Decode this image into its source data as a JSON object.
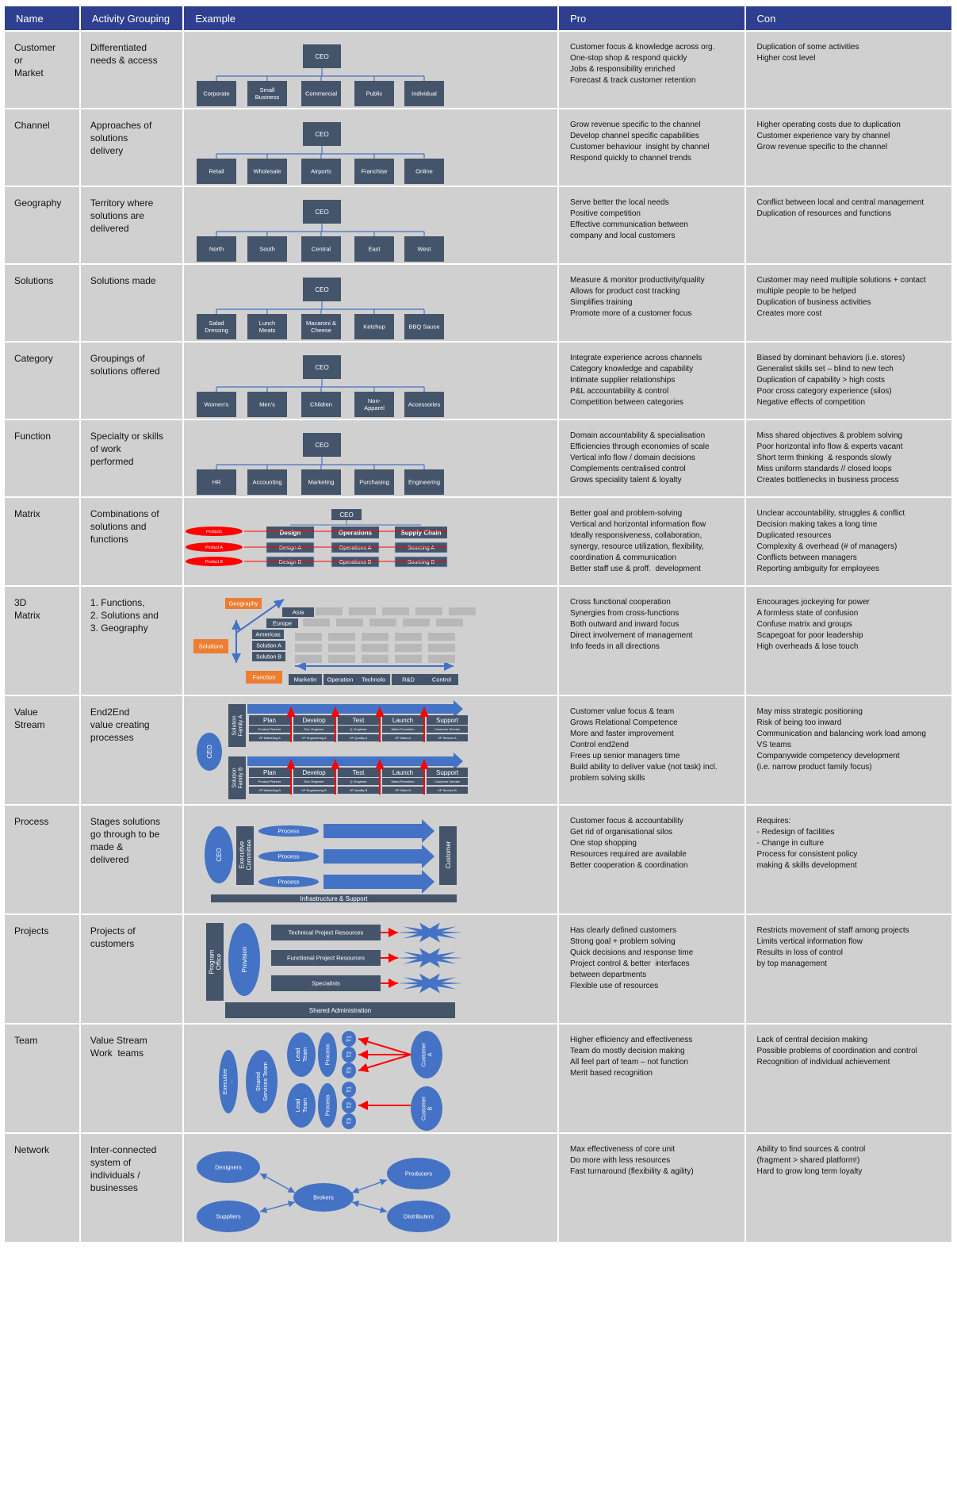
{
  "headers": {
    "name": "Name",
    "grouping": "Activity Grouping",
    "example": "Example",
    "pro": "Pro",
    "con": "Con"
  },
  "rows": [
    {
      "name": "Customer\nor\nMarket",
      "grouping": "Differentiated\nneeds & access",
      "pro": [
        "Customer focus & knowledge across org.",
        "One-stop shop & respond quickly",
        "Jobs & responsibility enriched",
        "Forecast & track customer retention"
      ],
      "con": [
        "Duplication of some activities",
        "Higher cost level"
      ],
      "top": "CEO",
      "boxes": [
        "Corporate",
        "Small\nBusiness",
        "Commercial",
        "Public",
        "Individual"
      ]
    },
    {
      "name": "Channel",
      "grouping": "Approaches of\nsolutions\ndelivery",
      "pro": [
        "Grow revenue specific to the channel",
        "Develop channel specific capabilities",
        "Customer behaviour  insight by channel",
        "Respond quickly to channel trends"
      ],
      "con": [
        "Higher operating costs due to duplication",
        "Customer experience vary by channel",
        "Grow revenue specific to the channel"
      ],
      "top": "CEO",
      "boxes": [
        "Retail",
        "Wholesale",
        "Airports",
        "Franchise",
        "Online"
      ]
    },
    {
      "name": "Geography",
      "grouping": "Territory where\nsolutions are\ndelivered",
      "pro": [
        "Serve better the local needs",
        "Positive competition",
        "Effective communication between",
        "company and local customers"
      ],
      "con": [
        "Conflict between local and central management",
        "Duplication of resources and functions"
      ],
      "top": "CEO",
      "boxes": [
        "North",
        "South",
        "Central",
        "East",
        "West"
      ]
    },
    {
      "name": "Solutions",
      "grouping": "Solutions made",
      "pro": [
        "Measure & monitor productivity/quality",
        "Allows for product cost tracking",
        "Simplifies training",
        "Promote more of a customer focus"
      ],
      "con": [
        "Customer may need multiple solutions + contact",
        "multiple people to be helped",
        "Duplication of business activities",
        "Creates more cost"
      ],
      "top": "CEO",
      "boxes": [
        "Salad\nDressing",
        "Lunch\nMeats",
        "Macaroni &\nCheese",
        "Ketchup",
        "BBQ Sauce"
      ]
    },
    {
      "name": "Category",
      "grouping": "Groupings of\nsolutions offered",
      "pro": [
        "Integrate experience across channels",
        "Category knowledge and capability",
        "Intimate supplier relationships",
        "P&L accountability & control",
        "Competition between categories"
      ],
      "con": [
        "Biased by dominant behaviors (i.e. stores)",
        "Generalist skills set – blind to new tech",
        "Duplication of capability > high costs",
        "Poor cross category experience (silos)",
        "Negative effects of competition"
      ],
      "top": "CEO",
      "boxes": [
        "Women's",
        "Men's",
        "Children",
        "Non-\nApparel",
        "Accessories"
      ]
    },
    {
      "name": "Function",
      "grouping": "Specialty or skills\nof work\nperformed",
      "pro": [
        "Domain accountability & specialisation",
        "Efficiencies through economies of scale",
        "Vertical info flow / domain decisions",
        "Complements centralised control",
        "Grows speciality talent & loyalty"
      ],
      "con": [
        "Miss shared objectives & problem solving",
        "Poor horizontal info flow & experts vacant",
        "Short term thinking  & responds slowly",
        "Miss uniform standards // closed loops",
        "Creates bottlenecks in business process"
      ],
      "top": "CEO",
      "boxes": [
        "HR",
        "Accounting",
        "Marketing",
        "Purchasing",
        "Engineering"
      ]
    },
    {
      "name": "Matrix",
      "grouping": "Combinations of\nsolutions and\nfunctions",
      "pro": [
        "Better goal and problem-solving",
        "Vertical and horizontal information flow",
        "Ideally responsiveness, collaboration,",
        "synergy, resource utilization, flexibility,",
        "coordination & communication",
        "Better staff use & proff.  development"
      ],
      "con": [
        "Unclear accountability, struggles & conflict",
        "Decision making takes a long time",
        "Duplicated resources",
        "Complexity & overhead (# of managers)",
        "Conflicts between managers",
        "Reporting ambiguity for employees"
      ]
    },
    {
      "name": "3D\nMatrix",
      "grouping": "1. Functions,\n2. Solutions and\n3. Geography",
      "pro": [
        "Cross functional cooperation",
        "Synergies from cross-functions",
        "Both outward and inward focus",
        "Direct involvement of management",
        "Info feeds in all directions"
      ],
      "con": [
        "Encourages jockeying for power",
        "A formless state of confusion",
        "Confuse matrix and groups",
        "Scapegoat for poor leadership",
        "High overheads & lose touch"
      ]
    },
    {
      "name": "Value\nStream",
      "grouping": "End2End\nvalue creating\nprocesses",
      "pro": [
        "Customer value focus & team",
        "Grows Relational Competence",
        "More and faster improvement",
        "Control end2end",
        "Frees up senior managers time",
        "Build ability to deliver value (not task) incl.",
        "problem solving skills"
      ],
      "con": [
        "May miss strategic positioning",
        "Risk of being too inward",
        "Communication and balancing work load among",
        "VS teams",
        "Companywide competency development",
        "(i.e. narrow product family focus)"
      ]
    },
    {
      "name": "Process",
      "grouping": "Stages solutions\ngo through to be\nmade &\ndelivered",
      "pro": [
        "Customer focus & accountability",
        "Get rid of organisational silos",
        "One stop shopping",
        "Resources required are available",
        "Better cooperation & coordination"
      ],
      "con": [
        "Requires:",
        "- Redesign of facilities",
        "- Change in culture",
        "Process for consistent policy",
        "making & skills development"
      ]
    },
    {
      "name": "Projects",
      "grouping": "Projects of\ncustomers",
      "pro": [
        "Has clearly defined customers",
        "Strong goal + problem solving",
        "Quick decisions and response time",
        "Project control & better  interfaces",
        "between departments",
        "Flexible use of resources"
      ],
      "con": [
        "Restricts movement of staff among projects",
        "Limits vertical information flow",
        "Results in loss of control",
        "by top management"
      ]
    },
    {
      "name": "Team",
      "grouping": "Value Stream\nWork  teams",
      "pro": [
        "Higher efficiency and effectiveness",
        "Team do mostly decision making",
        "All feel part of team – not function",
        "Merit based recognition"
      ],
      "con": [
        "Lack of central decision making",
        "Possible problems of coordination and control",
        "Recognition of individual achievement"
      ]
    },
    {
      "name": "Network",
      "grouping": "Inter-connected\nsystem of\nindividuals /\nbusinesses",
      "pro": [
        "Max effectiveness of core unit",
        "Do more with less resources",
        "Fast turnaround (flexibility & agility)"
      ],
      "con": [
        "Ability to find sources & control",
        "(fragment > shared platform!)",
        "Hard to grow long term loyalty"
      ]
    }
  ],
  "matrix": {
    "top": "CEO",
    "products": "Products",
    "productA": "Product A",
    "productB": "Product B",
    "cols": [
      "Design",
      "Operations",
      "Supply Chain"
    ],
    "rowA": [
      "Design  A",
      "Operations A",
      "Sourcing A"
    ],
    "rowB": [
      "Design  B",
      "Operations B",
      "Sourcing B"
    ]
  },
  "matrix3d": {
    "geography": "Geography",
    "solutions": "Solutions",
    "function": "Function",
    "geos": [
      "Asia",
      "Europe",
      "Americas"
    ],
    "sols": [
      "Solution A",
      "Solution B"
    ],
    "funcs": [
      "Marketin",
      "Operation",
      "Technolo",
      "R&D",
      "Control"
    ]
  },
  "valuestream": {
    "ceo": "CEO",
    "familyA": "Solution\nFamily A",
    "familyB": "Solution\nFamily B",
    "stages": [
      "Plan",
      "Develop",
      "Test",
      "Launch",
      "Support"
    ],
    "roles": [
      "Product Planner",
      "Dev. Engineer",
      "Q. Engineer",
      "Sales Promotion",
      "Customer Service"
    ],
    "vpA": [
      "VP Marketing A",
      "VP Engineering A",
      "VP Quality A",
      "VP Sales A",
      "VP Service A"
    ],
    "vpB": [
      "VP Marketing B",
      "VP Engineering B",
      "VP Quality B",
      "VP Sales B",
      "VP Service B"
    ]
  },
  "process": {
    "ceo": "CEO",
    "committee": "Executive\nCommittee",
    "process": "Process",
    "customer": "Customer",
    "infra": "Infrastructure & Support"
  },
  "projects": {
    "office": "Program\nOffice",
    "provision": "Provision",
    "res": [
      "Technical Project Resources",
      "Functional Project Resources",
      "Specialists"
    ],
    "shared": "Shared Administration"
  },
  "team": {
    "exec": "Executive\n-",
    "shared": "Shared\nServices Team",
    "lead": "Lead\nTeam",
    "process": "Process",
    "t": [
      "T1",
      "T2",
      "T3"
    ],
    "custA": "Customer\nA",
    "custB": "Customer\nB"
  },
  "network": {
    "designers": "Designers",
    "suppliers": "Suppliers",
    "brokers": "Brokers",
    "producers": "Producers",
    "distributers": "Distributers"
  },
  "colors": {
    "header": "#2f3f8f",
    "cell": "#d0d0d0",
    "box": "#44546a",
    "blue": "#4472c4",
    "red": "#ff0000",
    "orange": "#ed7d31"
  }
}
